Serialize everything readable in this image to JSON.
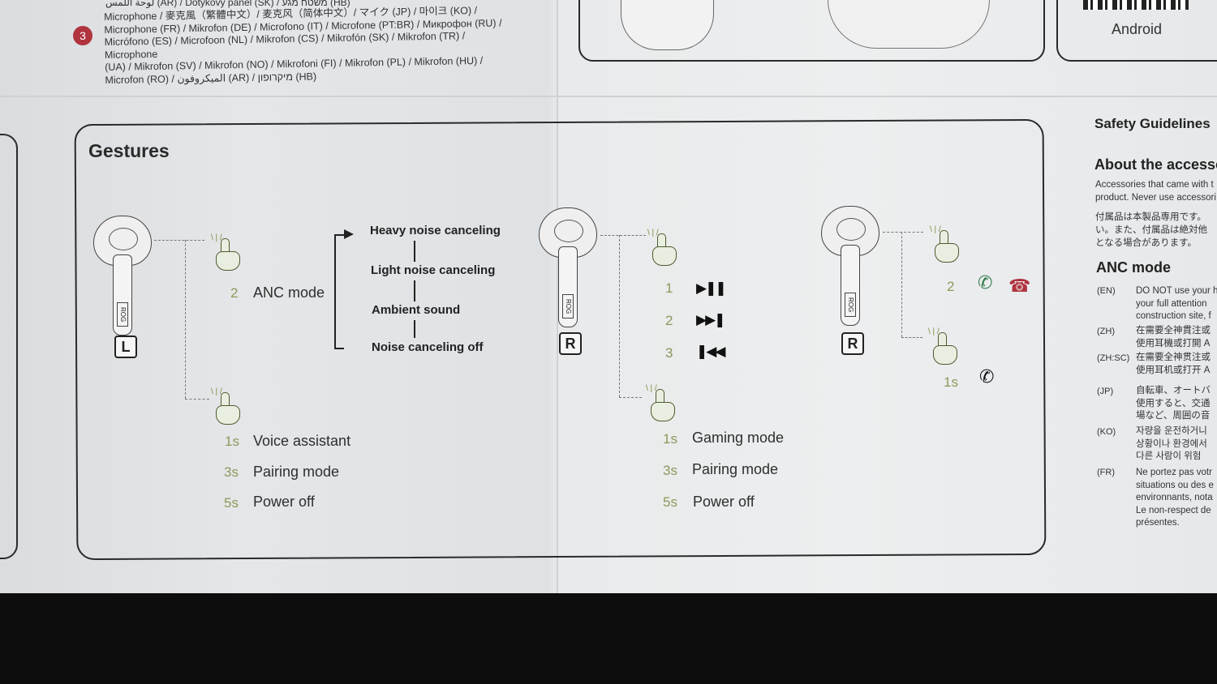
{
  "top_section": {
    "top_line": "لوحة اللمس (AR) / Dotykový panel (SK) / משטח מגע (HB)",
    "step_number": "3",
    "microphone_lines": [
      "Microphone / 麥克風（繁體中文）/ 麦克风（简体中文）/ マイク (JP) / 마이크 (KO) /",
      "Microphone (FR) / Mikrofon (DE) / Microfono (IT) / Microfone (PT:BR) / Микрофон (RU) /",
      "Micrófono (ES) / Microfoon (NL) / Mikrofon (CS) / Mikrofón (SK) / Mikrofon (TR) / Microphone",
      "(UA) / Mikrofon (SV) / Mikrofon (NO) / Mikrofoni (FI) / Mikrofon (PL) / Mikrofon (HU) /",
      "Microfon (RO) / الميكروفون (AR) / מיקרופון (HB)"
    ],
    "android_label": "Android"
  },
  "gestures": {
    "title": "Gestures",
    "left_bud": {
      "side": "L",
      "stem_text": "ROG",
      "tap_count": "2",
      "tap_label": "ANC mode",
      "anc_modes": [
        "Heavy noise canceling",
        "Light noise canceling",
        "Ambient sound",
        "Noise canceling off"
      ],
      "holds": [
        {
          "time": "1s",
          "label": "Voice assistant"
        },
        {
          "time": "3s",
          "label": "Pairing mode"
        },
        {
          "time": "5s",
          "label": "Power off"
        }
      ]
    },
    "middle_bud": {
      "side": "R",
      "stem_text": "ROG",
      "taps": [
        {
          "count": "1",
          "icon": "play-pause-icon",
          "glyph": "▶❚❚"
        },
        {
          "count": "2",
          "icon": "next-track-icon",
          "glyph": "▶▶❚"
        },
        {
          "count": "3",
          "icon": "previous-track-icon",
          "glyph": "❚◀◀"
        }
      ],
      "holds": [
        {
          "time": "1s",
          "label": "Gaming mode"
        },
        {
          "time": "3s",
          "label": "Pairing mode"
        },
        {
          "time": "5s",
          "label": "Power off"
        }
      ]
    },
    "right_bud": {
      "side": "R",
      "stem_text": "ROG",
      "tap_count": "2",
      "hold_time": "1s"
    }
  },
  "right_column": {
    "safety_title": "Safety Guidelines",
    "about_title": "About the accesso",
    "about_en": [
      "Accessories that came with t",
      "product. Never use accessori"
    ],
    "about_jp": [
      "付属品は本製品専用です。",
      "い。また、付属品は絶対他",
      "となる場合があります。"
    ],
    "anc_title": "ANC mode",
    "anc_entries": [
      {
        "lang": "(EN)",
        "lines": [
          "DO NOT use your h",
          "your full attention",
          "construction site, f"
        ]
      },
      {
        "lang": "(ZH)",
        "lines": [
          "在需要全神貫注或",
          "使用耳機或打開 A"
        ]
      },
      {
        "lang": "(ZH:SC)",
        "lines": [
          "在需要全神贯注或",
          "使用耳机或打开 A"
        ]
      },
      {
        "lang": "(JP)",
        "lines": [
          "自転車、オートバ",
          "使用すると、交通",
          "場など、周囲の音"
        ]
      },
      {
        "lang": "(KO)",
        "lines": [
          "자량을 운전하거니",
          "상황이나 환경에서",
          "다른 사람이 위험"
        ]
      },
      {
        "lang": "(FR)",
        "lines": [
          "Ne portez pas votr",
          "situations ou des e",
          "environnants, nota",
          "Le non-respect de",
          "présentes."
        ]
      }
    ]
  },
  "colors": {
    "accent_badge": "#b0333e",
    "call_accept": "#2f7a4a",
    "call_end": "#b0333e",
    "hand_icon": "#4c5a2e"
  }
}
